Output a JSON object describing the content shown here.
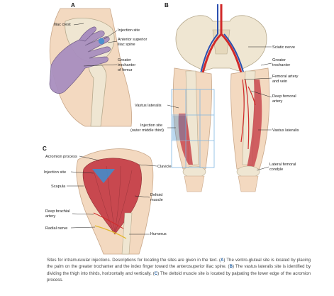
{
  "panel_a": {
    "letter": "A",
    "labels": {
      "iliac_crest": "Iliac crest",
      "injection_site": "Injection site",
      "asis_1": "Anterior superior",
      "asis_2": "iliac spine",
      "gt_1": "Greater",
      "gt_2": "trochanter",
      "gt_3": "of femur"
    }
  },
  "panel_b": {
    "letter": "B",
    "labels": {
      "sciatic_nerve": "Sciatic nerve",
      "gt_1": "Greater",
      "gt_2": "trochanter",
      "femoral_1": "Femoral artery",
      "femoral_2": "and vein",
      "deep_femoral_1": "Deep femoral",
      "deep_femoral_2": "artery",
      "vastus_lateralis_left": "Vastus lateralis",
      "injection_site_1": "Injection site",
      "injection_site_2": "(outer middle third)",
      "vastus_lateralis_right": "Vastus lateralis",
      "lat_condyle_1": "Lateral femoral",
      "lat_condyle_2": "condyle"
    }
  },
  "panel_c": {
    "letter": "C",
    "labels": {
      "acromion": "Acromion process",
      "clavicle": "Clavicle",
      "injection_site": "Injection site",
      "scapula": "Scapula",
      "deltoid_1": "Deltoid",
      "deltoid_2": "muscle",
      "deep_brachial_1": "Deep brachial",
      "deep_brachial_2": "artery",
      "radial_nerve": "Radial nerve",
      "humerus": "Humerus"
    }
  },
  "caption": {
    "intro": "Sites for intramuscular injections. Descriptions for locating the sites are given in the text. (",
    "a": "A",
    "a_text": ") The ventro-gluteal site is located by placing the palm on the greater trochanter and the index finger toward the anterosuperior iliac spine. (",
    "b": "B",
    "b_text": ") The vastus lateralis site is identified by dividing the thigh into thirds, horizontally and vertically. (",
    "c": "C",
    "c_text": ") The deltoid muscle site is located by palpating the lower edge of the acromion process."
  },
  "colors": {
    "skin": "#f3d9c0",
    "bone": "#efe6d2",
    "muscle": "#c8484f",
    "artery": "#d12a2a",
    "vein": "#2a4fb0",
    "nerve": "#e2b92f",
    "glove": "#a98fbf",
    "grid": "#7fb6e2",
    "injection": "#3c8fd0"
  }
}
